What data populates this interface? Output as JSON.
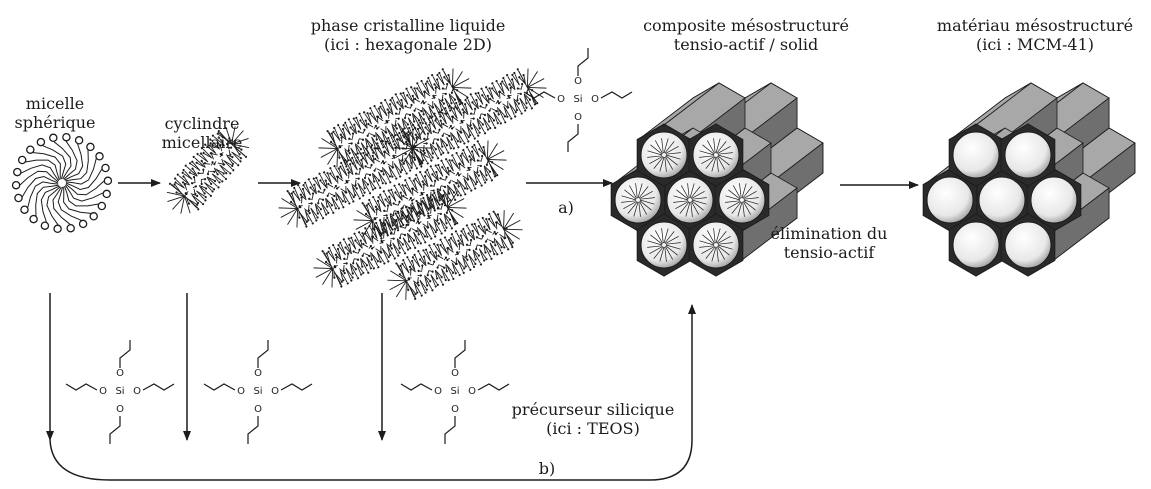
{
  "labels": {
    "micelle_spherique": "micelle\nsphérique",
    "cylindre_micellaire": "cyclindre\nmicellaire",
    "phase_cristalline": "phase cristalline liquide\n(ici : hexagonale 2D)",
    "composite": "composite mésostructuré\ntensio-actif / solid",
    "materiau": "matériau mésostructuré\n(ici : MCM-41)",
    "route_a": "a)",
    "route_b": "b)",
    "elimination": "élimination du\ntensio-actif",
    "precurseur": "précurseur silicique\n(ici : TEOS)"
  },
  "teos": {
    "atom_si": "Si",
    "atom_o": "O"
  },
  "colors": {
    "ink": "#1c1c1c",
    "prism_side": "#6f6f6f",
    "prism_top": "#a8a8a8",
    "prism_face": "#2a2a2a",
    "pore_fill": "#f2f2f2"
  }
}
